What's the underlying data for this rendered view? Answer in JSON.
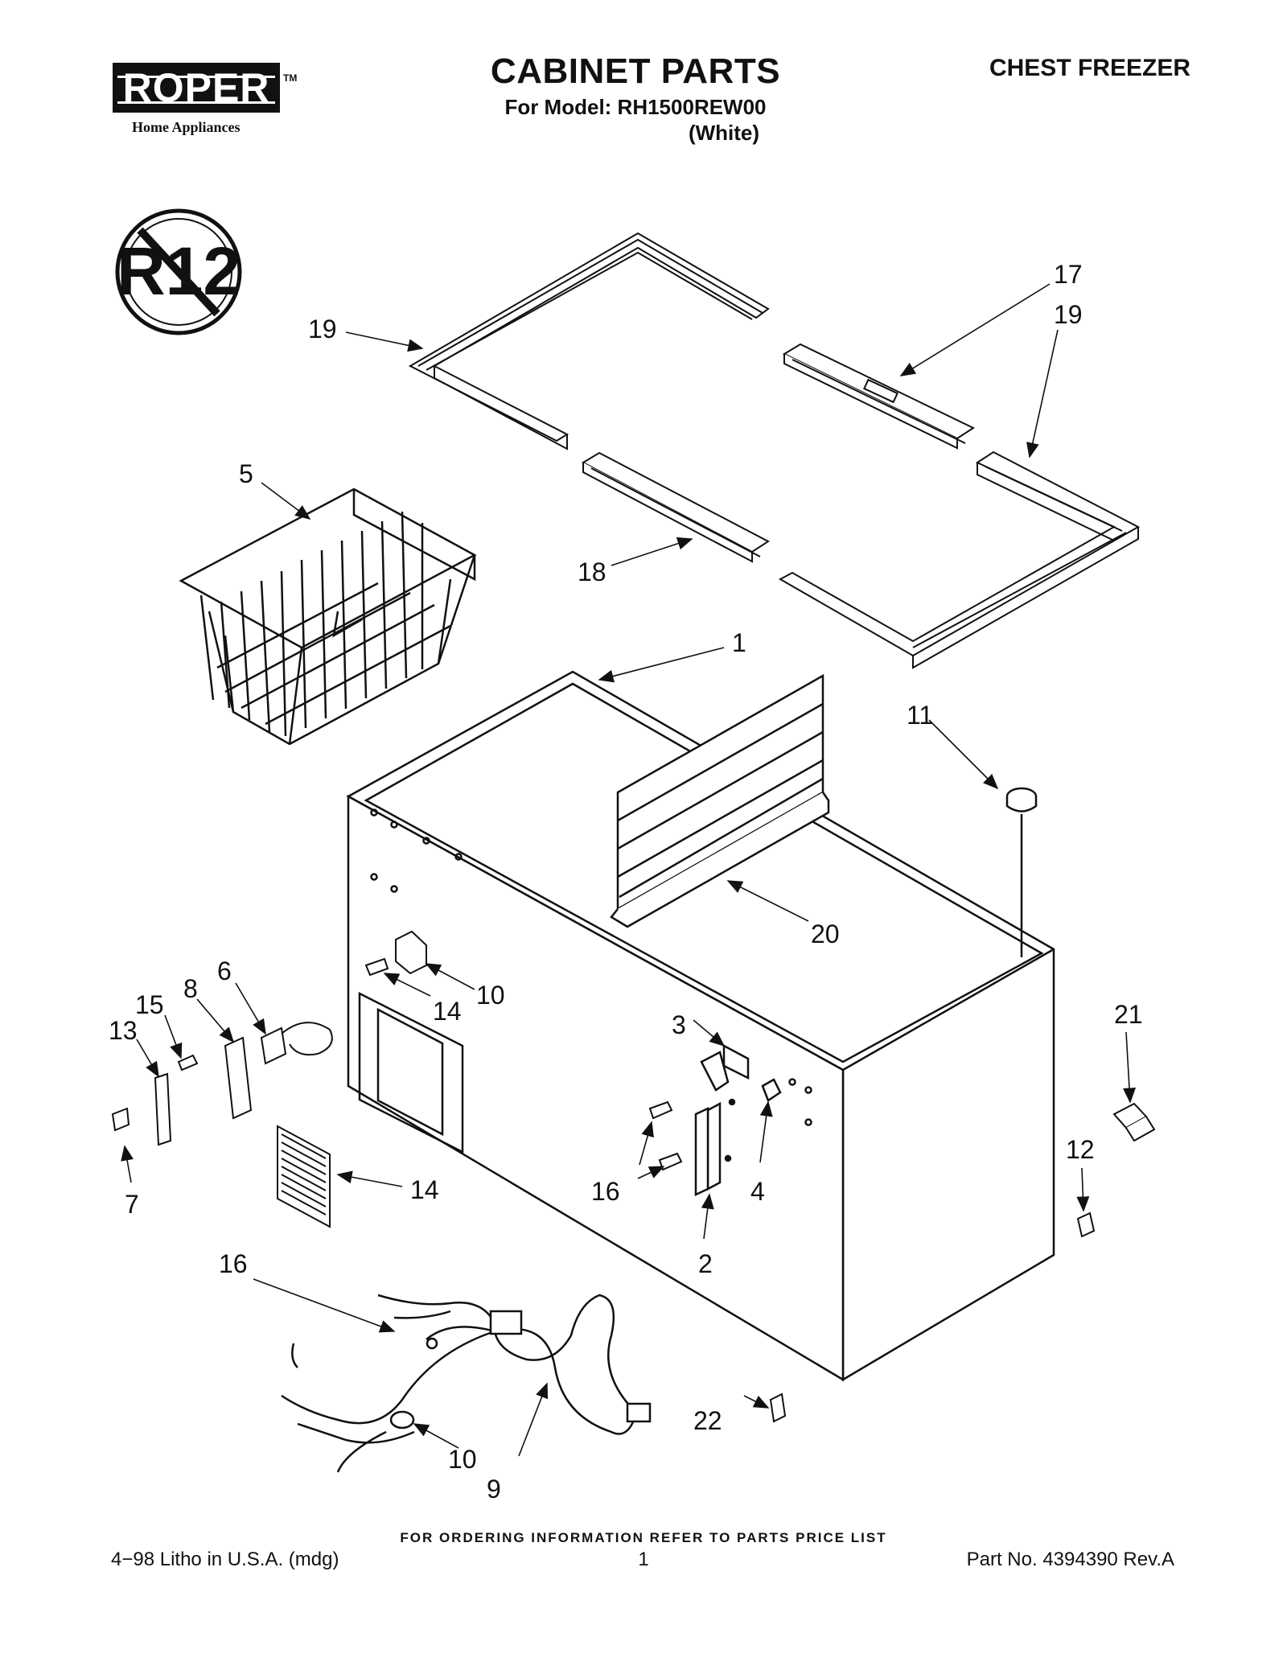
{
  "header": {
    "brand_name": "ROPER",
    "brand_tm": "TM",
    "brand_sub": "Home Appliances",
    "title": "CABINET PARTS",
    "model_line": "For Model: RH1500REW00",
    "color_line": "(White)",
    "appliance_type": "CHEST FREEZER"
  },
  "badge": {
    "text": "R12",
    "meaning": "no-r12-icon"
  },
  "callouts": {
    "c1": "1",
    "c2": "2",
    "c3": "3",
    "c4": "4",
    "c5": "5",
    "c6": "6",
    "c7": "7",
    "c8": "8",
    "c9": "9",
    "c10a": "10",
    "c10b": "10",
    "c11": "11",
    "c12": "12",
    "c13": "13",
    "c14a": "14",
    "c14b": "14",
    "c15": "15",
    "c16a": "16",
    "c16b": "16",
    "c17": "17",
    "c18": "18",
    "c19a": "19",
    "c19b": "19",
    "c20": "20",
    "c21": "21",
    "c22": "22"
  },
  "footer": {
    "note": "FOR ORDERING INFORMATION REFER TO PARTS PRICE LIST",
    "litho": "4−98 Litho in U.S.A. (mdg)",
    "page": "1",
    "part_no": "Part No. 4394390 Rev.A"
  }
}
